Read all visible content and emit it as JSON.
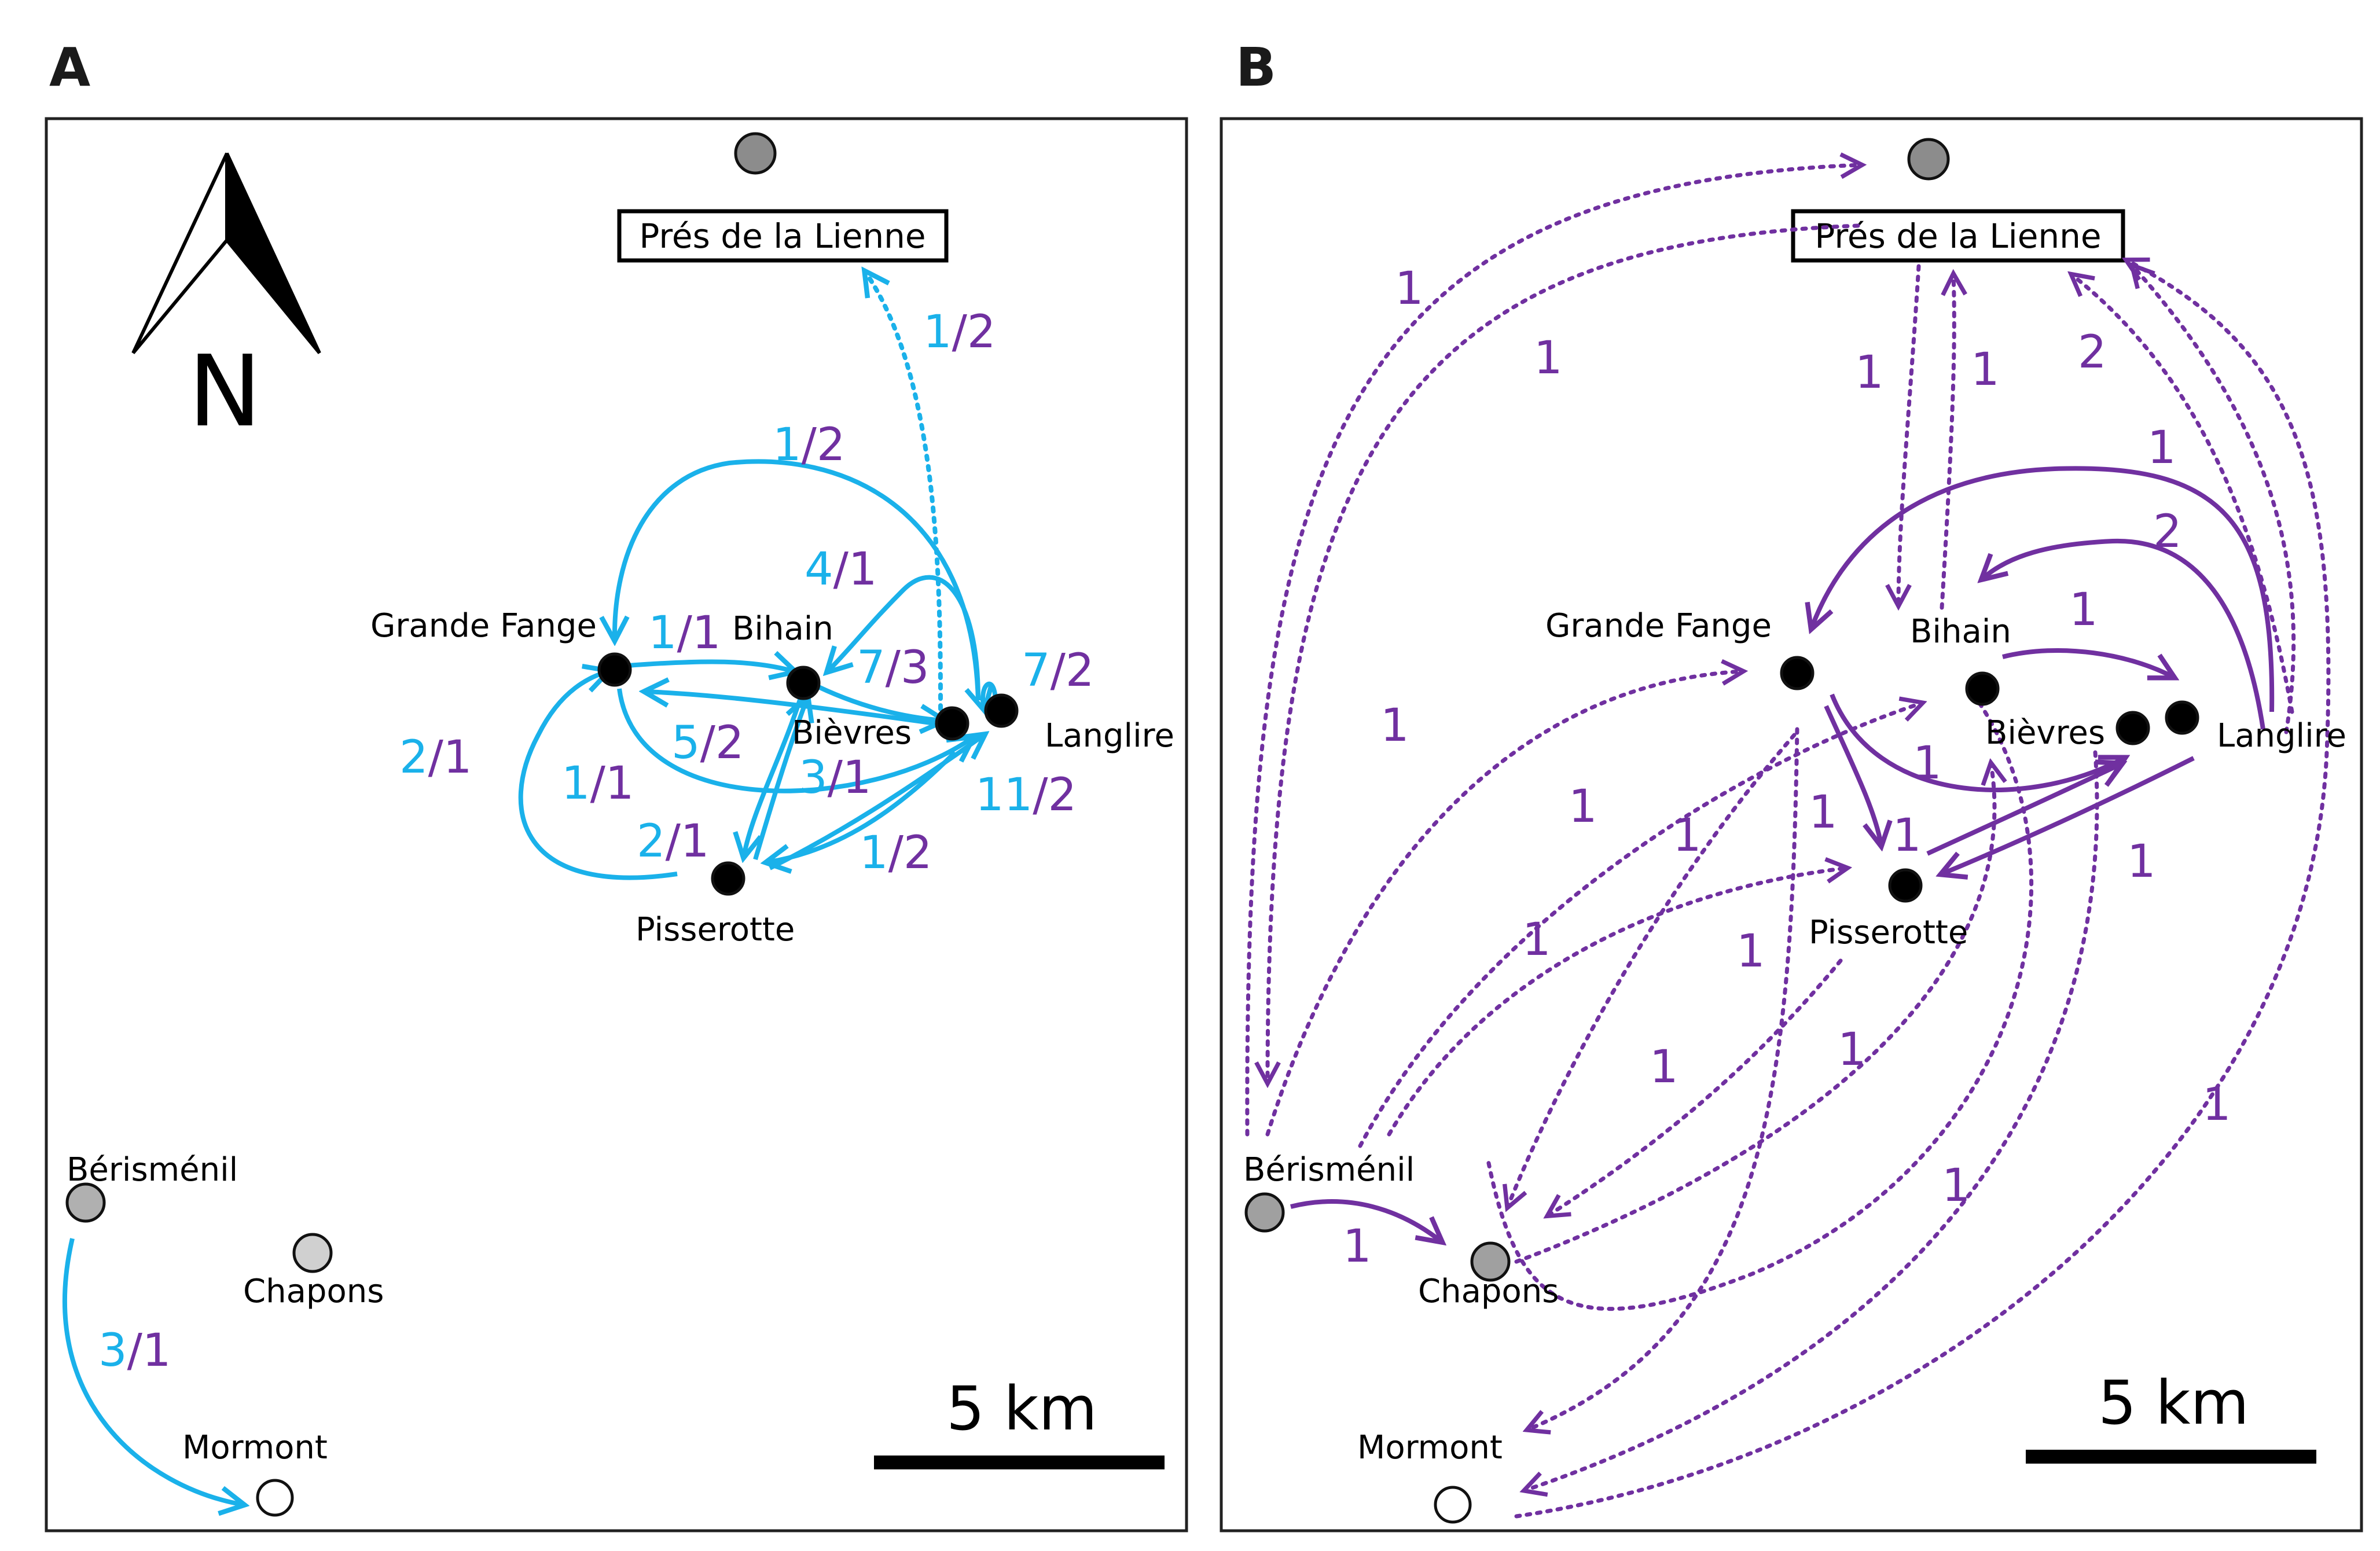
{
  "panels": [
    {
      "id": "A",
      "label": "A",
      "north": "N",
      "scale_label": "5 km",
      "box_label": "Prés de la Lienne",
      "sites": [
        {
          "name": "Grande Fange",
          "type": "black"
        },
        {
          "name": "Bihain",
          "type": "black"
        },
        {
          "name": "Bièvres",
          "type": "black"
        },
        {
          "name": "Langlire",
          "type": "black"
        },
        {
          "name": "Pisserotte",
          "type": "black"
        },
        {
          "name": "Bérisménil",
          "type": "grey"
        },
        {
          "name": "Chapons",
          "type": "grey"
        },
        {
          "name": "Mormont",
          "type": "white"
        },
        {
          "name": "Prés de la Lienne",
          "type": "grey"
        }
      ],
      "flow_labels": [
        {
          "a": "1",
          "b": "2"
        },
        {
          "a": "1",
          "b": "2"
        },
        {
          "a": "4",
          "b": "1"
        },
        {
          "a": "1",
          "b": "1"
        },
        {
          "a": "7",
          "b": "3"
        },
        {
          "a": "7",
          "b": "2"
        },
        {
          "a": "2",
          "b": "1"
        },
        {
          "a": "5",
          "b": "2"
        },
        {
          "a": "1",
          "b": "1"
        },
        {
          "a": "3",
          "b": "1"
        },
        {
          "a": "11",
          "b": "2"
        },
        {
          "a": "2",
          "b": "1"
        },
        {
          "a": "1",
          "b": "2"
        },
        {
          "a": "3",
          "b": "1"
        }
      ]
    },
    {
      "id": "B",
      "label": "B",
      "scale_label": "5 km",
      "box_label": "Prés de la Lienne",
      "sites": [
        {
          "name": "Grande Fange",
          "type": "black"
        },
        {
          "name": "Bihain",
          "type": "black"
        },
        {
          "name": "Bièvres",
          "type": "black"
        },
        {
          "name": "Langlire",
          "type": "black"
        },
        {
          "name": "Pisserotte",
          "type": "black"
        },
        {
          "name": "Bérisménil",
          "type": "grey"
        },
        {
          "name": "Chapons",
          "type": "grey"
        },
        {
          "name": "Mormont",
          "type": "white"
        },
        {
          "name": "Prés de la Lienne",
          "type": "grey"
        }
      ],
      "flow_labels": [
        "1",
        "1",
        "1",
        "1",
        "2",
        "1",
        "2",
        "1",
        "1",
        "1",
        "1",
        "1",
        "1",
        "1",
        "1",
        "1",
        "1",
        "1",
        "1",
        "1",
        "1",
        "1",
        "1",
        "1"
      ]
    }
  ],
  "colors": {
    "blue": "#1ab1ea",
    "purple": "#7030a0",
    "black_site": "#000000",
    "grey_site": "#b0b0b0",
    "dark_grey_site": "#8c8c8c",
    "white_site": "#ffffff"
  },
  "icons": {
    "north_arrow": "north-arrow-icon"
  }
}
